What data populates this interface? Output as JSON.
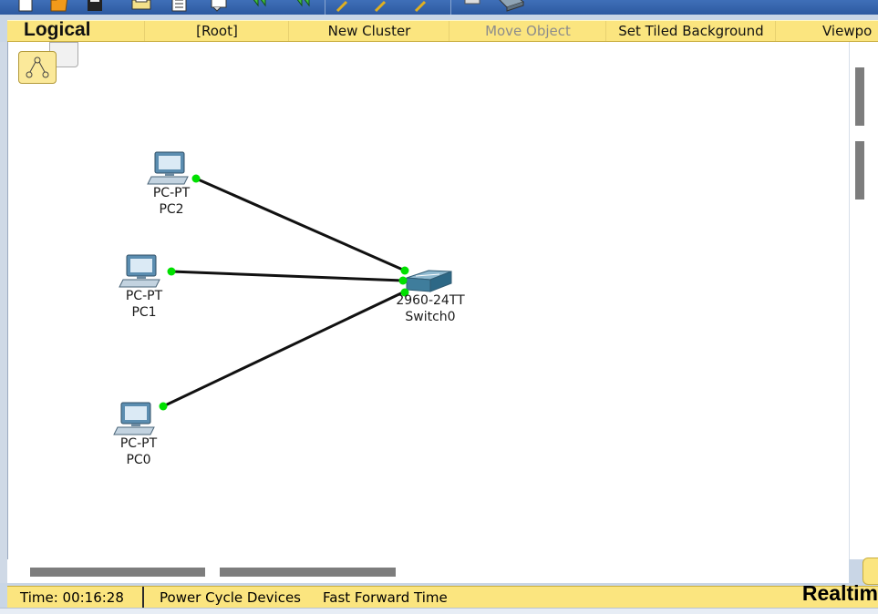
{
  "toolbar": {
    "icons": [
      "new-file-icon",
      "open-folder-icon",
      "save-icon",
      "print-icon",
      "document-icon",
      "activity-wizard-icon",
      "copy-down-icon",
      "paste-down-icon",
      "zoom-in-icon",
      "zoom-reset-icon",
      "zoom-out-icon",
      "palette-icon",
      "custom-device-icon"
    ]
  },
  "logical_bar": {
    "title": "Logical",
    "root": "[Root]",
    "new_cluster": "New Cluster",
    "move_object": "Move Object",
    "set_tiled_background": "Set Tiled Background",
    "viewport": "Viewpo"
  },
  "devices": {
    "pc2": {
      "model": "PC-PT",
      "name": "PC2"
    },
    "pc1": {
      "model": "PC-PT",
      "name": "PC1"
    },
    "pc0": {
      "model": "PC-PT",
      "name": "PC0"
    },
    "switch0": {
      "model": "2960-24TT",
      "name": "Switch0"
    }
  },
  "colors": {
    "link_up": "#00e000",
    "bar_yellow": "#fbe57f"
  },
  "status": {
    "time": "Time: 00:16:28",
    "power_cycle": "Power Cycle Devices",
    "fast_forward": "Fast Forward Time",
    "mode": "Realtim"
  }
}
